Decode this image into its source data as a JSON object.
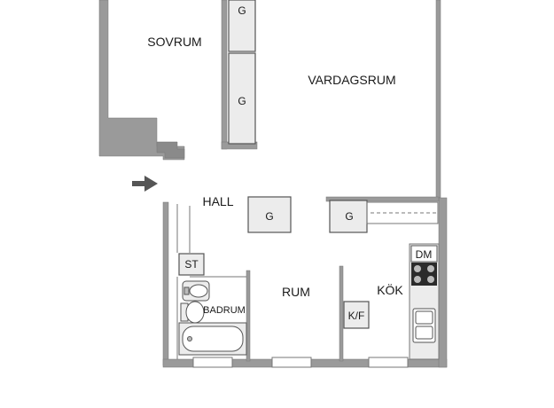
{
  "rooms": {
    "bedroom": "SOVRUM",
    "living_room": "VARDAGSRUM",
    "hall": "HALL",
    "room": "RUM",
    "kitchen": "KÖK",
    "bathroom": "BADRUM"
  },
  "fixtures": {
    "wardrobe": "G",
    "laundry": "ST",
    "dishwasher": "DM",
    "fridge_freezer": "K/F"
  },
  "icons": {
    "entrance": "arrow-right-icon"
  },
  "colors": {
    "wall": "#9a9a9a",
    "wall_dark": "#6e6e6e",
    "fixture_fill": "#ececec",
    "text": "#1a1a1a",
    "stove": "#2b2b2b"
  }
}
